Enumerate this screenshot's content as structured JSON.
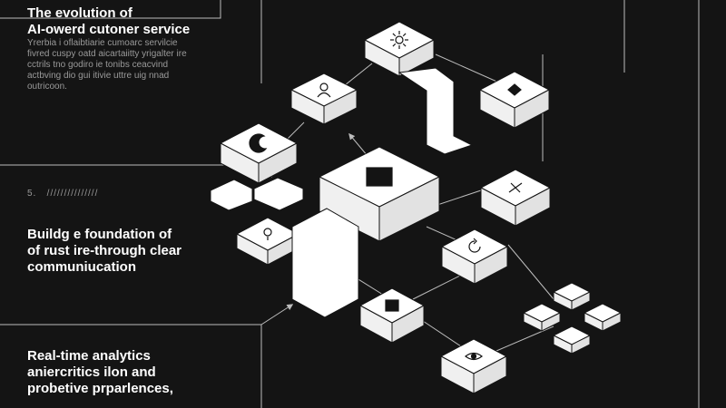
{
  "heading": [
    "The evolution of",
    "AI-owerd cutoner service"
  ],
  "body_text": [
    "Yrerbia i oflaibtiarie cumoarc servilcie",
    "fivred cuspy oatd aicartaiitty yrigalter ire",
    "cctrils tno godiro ie tonibs ceacvind",
    "actbving dio gui itivie uttre uig nnad",
    "outricoon."
  ],
  "marker_text": "5.   ///////////////",
  "section_2_heading": [
    "Buildg e foundation of",
    "of rust ire-through clear",
    "communiucation"
  ],
  "section_3_heading": [
    "Real-time analytics",
    "aniercritics ilon and",
    "probetive prparlences,"
  ],
  "colors": {
    "background": "#141414",
    "block": "#ffffff",
    "lines": "#bdbdbd",
    "muted_text": "#9a9a9a"
  },
  "block_icons": [
    "sun-icon",
    "support-agent-icon",
    "diamond-badge-icon",
    "moon-icon",
    "square-core-icon",
    "cross-arrow-icon",
    "lightbulb-icon",
    "refresh-icon",
    "square-node-icon",
    "eye-icon"
  ]
}
